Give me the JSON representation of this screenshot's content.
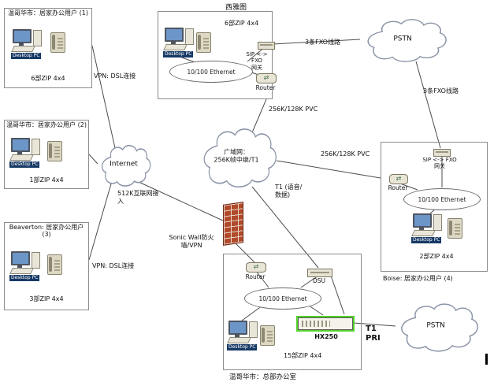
{
  "sites": {
    "home1": {
      "title": "温哥华市：居家办公用户 (1)",
      "pc_label": "Desktop PC",
      "phones_label": "6部ZIP 4x4"
    },
    "home2": {
      "title": "温哥华市：居家办公用户 (2)",
      "pc_label": "Desktop PC",
      "phones_label": "1部ZIP 4x4"
    },
    "home3": {
      "title": "Beaverton: 居家办公用户 (3)",
      "pc_label": "Desktop PC",
      "phones_label": "3部ZIP 4x4"
    },
    "seattle": {
      "title": "西雅图",
      "pc_label": "Desktop PC",
      "phones_label": "6部ZIP 4x4",
      "ethernet_label": "10/100 Ethernet",
      "gateway_label": "SIP <-> FXO\n网关",
      "router_label": "Router"
    },
    "boise": {
      "title": "Boise: 居家办公用户 (4)",
      "pc_label": "Desktop PC",
      "phones_label": "2部ZIP 4x4",
      "ethernet_label": "10/100 Ethernet",
      "gateway_label": "SIP <-> FXO\n网关",
      "router_label": "Router"
    },
    "hq": {
      "title": "温哥华市：总部办公室",
      "pc_label": "Desktop PC",
      "phones_label": "15部ZIP 4x4",
      "ethernet_label": "10/100 Ethernet",
      "router_label": "Router",
      "dsu_label": "DSU",
      "pbx_label": "HX250"
    }
  },
  "clouds": {
    "internet": "Internet",
    "wan": "广域网：\n256K帧中继/T1",
    "pstn_top": "PSTN",
    "pstn_bottom": "PSTN"
  },
  "links": {
    "vpn_dsl_1": "VPN: DSL连接",
    "vpn_dsl_3": "VPN: DSL连接",
    "internet_access": "512K互联网接\n入",
    "pvc_top": "256K/128K PVC",
    "pvc_right": "256K/128K PVC",
    "fxo_top": "3条FXO线路",
    "fxo_right": "3条FXO线路",
    "t1_voice": "T1 (语音/\n数据)",
    "t1_pri": "T1\nPRI",
    "firewall_label": "Sonic Wall防火\n墙/VPN"
  },
  "colors": {
    "highlight_green": "#54d22b",
    "brick_red": "#b14a2a",
    "cloud_stroke": "#8a93a6",
    "pc_tag_bg": "#173a66"
  }
}
